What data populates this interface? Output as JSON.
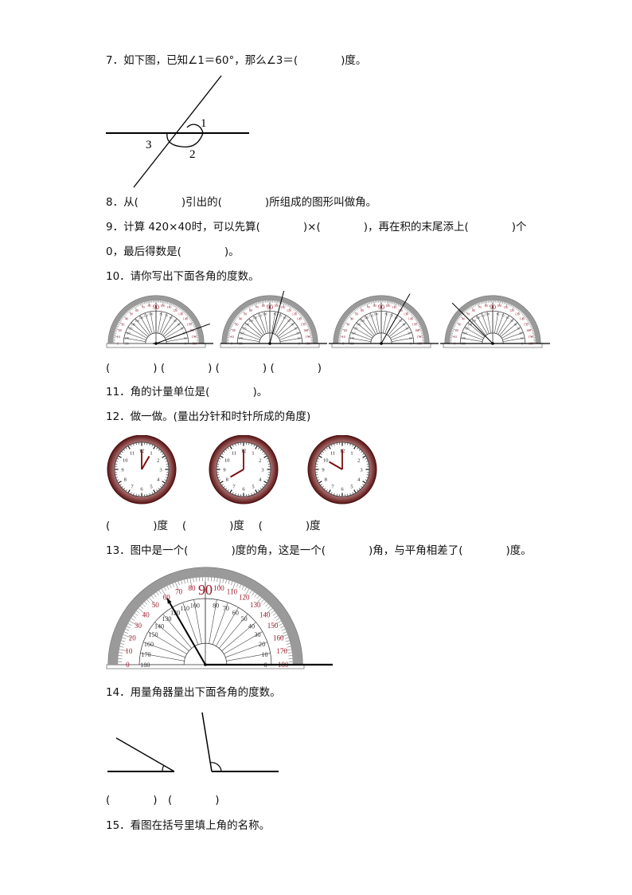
{
  "questions": {
    "q7": {
      "text": "7．如下图，已知∠1＝60°，那么∠3＝(　　　　)度。",
      "figure": {
        "labels": [
          "1",
          "2",
          "3"
        ]
      }
    },
    "q8": {
      "text": "8．从(　　　　)引出的(　　　　)所组成的图形叫做角。"
    },
    "q9": {
      "line1": "9．计算 420×40时，可以先算(　　　　)×(　　　　)，再在积的末尾添上(　　　　)个",
      "line2": "0，最后得数是(　　　　)。"
    },
    "q10": {
      "text": "10．请你写出下面各角的度数。",
      "answers": "(　　　　) (　　　　) (　　　　) (　　　　)",
      "protractors": [
        {
          "ray_angle_deg": 20
        },
        {
          "ray_angle_deg": 75
        },
        {
          "ray_angle_deg": 60
        },
        {
          "ray_angle_deg": 135
        }
      ]
    },
    "q11": {
      "text": "11．角的计量单位是(　　　　)。"
    },
    "q12": {
      "text": "12．做一做。(量出分针和时针所成的角度)",
      "answers": "(　　　　)度　 (　　　　)度　 (　　　　)度",
      "clocks": [
        {
          "time": "1:00",
          "hour": 1,
          "minute": 0
        },
        {
          "time": "8:00",
          "hour": 8,
          "minute": 0
        },
        {
          "time": "10:00",
          "hour": 10,
          "minute": 0
        }
      ]
    },
    "q13": {
      "text": "13．图中是一个(　　　　)度的角，这是一个(　　　　)角，与平角相差了(　　　　)度。",
      "protractor": {
        "center_label": "90",
        "arrow_angle_deg": 120
      }
    },
    "q14": {
      "text": "14．用量角器量出下面各角的度数。",
      "answers": "(　　　　)　(　　　　)"
    },
    "q15": {
      "text": "15．看图在括号里填上角的名称。"
    }
  },
  "colors": {
    "text": "#111111",
    "protractor_red": "#9b1b2a",
    "clock_rim": "#7a2a2a"
  }
}
